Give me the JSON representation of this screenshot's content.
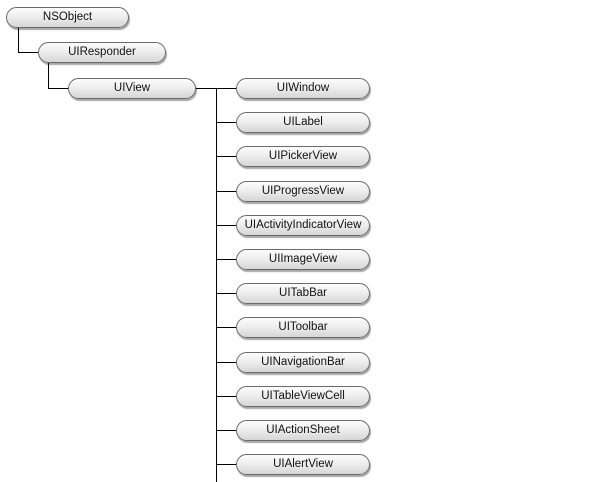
{
  "diagram": {
    "type": "class-hierarchy",
    "nodes": {
      "nsobject": "NSObject",
      "uiresponder": "UIResponder",
      "uiview": "UIView"
    },
    "subclasses": [
      "UIWindow",
      "UILabel",
      "UIPickerView",
      "UIProgressView",
      "UIActivityIndicatorView",
      "UIImageView",
      "UITabBar",
      "UIToolbar",
      "UINavigationBar",
      "UITableViewCell",
      "UIActionSheet",
      "UIAlertView"
    ],
    "edges": [
      [
        "NSObject",
        "UIResponder"
      ],
      [
        "UIResponder",
        "UIView"
      ],
      [
        "UIView",
        "UIWindow"
      ],
      [
        "UIView",
        "UILabel"
      ],
      [
        "UIView",
        "UIPickerView"
      ],
      [
        "UIView",
        "UIProgressView"
      ],
      [
        "UIView",
        "UIActivityIndicatorView"
      ],
      [
        "UIView",
        "UIImageView"
      ],
      [
        "UIView",
        "UITabBar"
      ],
      [
        "UIView",
        "UIToolbar"
      ],
      [
        "UIView",
        "UINavigationBar"
      ],
      [
        "UIView",
        "UITableViewCell"
      ],
      [
        "UIView",
        "UIActionSheet"
      ],
      [
        "UIView",
        "UIAlertView"
      ]
    ]
  }
}
